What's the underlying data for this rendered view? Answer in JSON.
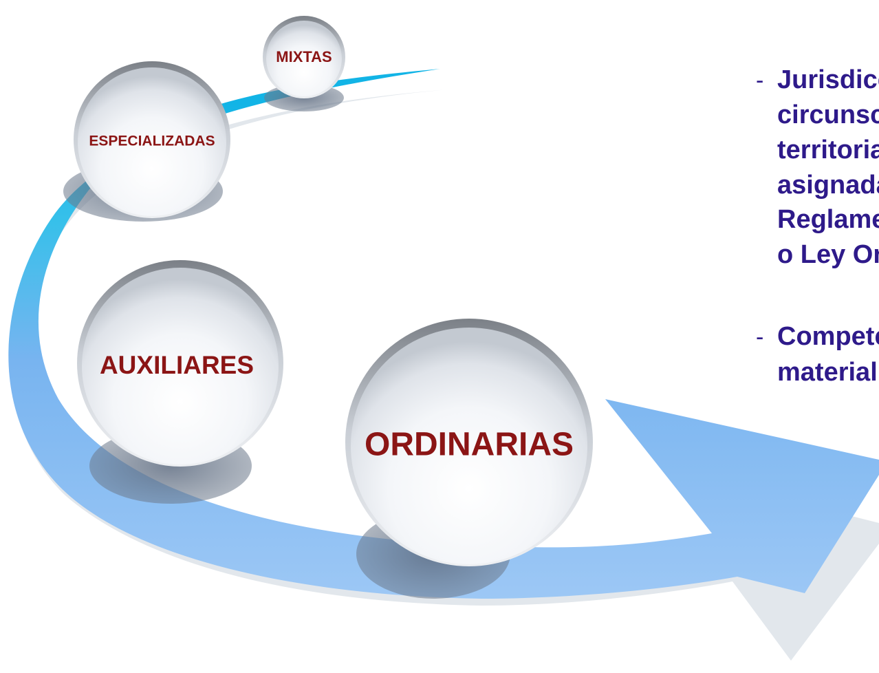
{
  "circles": {
    "mixtas": "MIXTAS",
    "especializadas": "ESPECIALIZADAS",
    "auxiliares": "AUXILIARES",
    "ordinarias": "ORDINARIAS"
  },
  "bullets": [
    {
      "dash": "-",
      "lines": [
        "Jurisdicci",
        "circunscri",
        "territorial",
        "asignada",
        "Reglamen",
        "o Ley Org"
      ]
    },
    {
      "dash": "-",
      "lines": [
        "Competen",
        "material."
      ]
    }
  ],
  "colors": {
    "label_text": "#8b1515",
    "bullet_text": "#2e1a8a",
    "arrow_light_blue": "#2fb8e6",
    "arrow_soft_blue": "#8cc0f2",
    "shadow": "#8a96a6"
  }
}
